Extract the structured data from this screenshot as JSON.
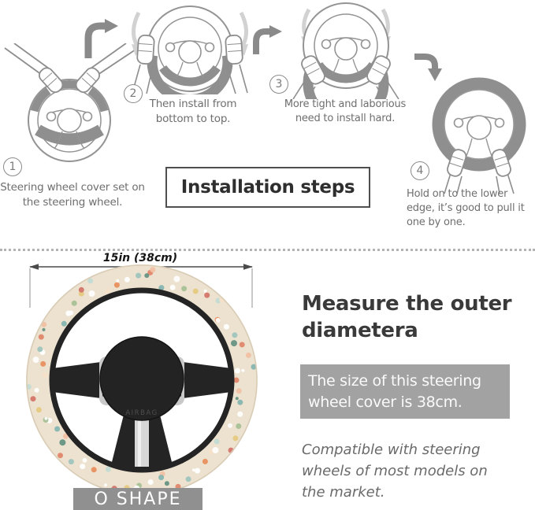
{
  "installation": {
    "title": "Installation steps",
    "steps": [
      {
        "number": "1",
        "label": "Steering wheel cover set on the steering wheel."
      },
      {
        "number": "2",
        "label": "Then install from bottom to top."
      },
      {
        "number": "3",
        "label": "More tight and laborious need to install hard."
      },
      {
        "number": "4",
        "label": "Hold on to the lower edge, it’s good to pull it one by one."
      }
    ]
  },
  "product": {
    "dimension_label": "15in (38cm)",
    "shape_label": "O SHAPE",
    "hub_label": "AIRBAG",
    "heading": "Measure the outer diametera",
    "size_note": "The size of this steering wheel cover is 38cm.",
    "compatibility_note": "Compatible with steering wheels of most models on the market."
  },
  "colors": {
    "line_art_gray": "#8e8e8e",
    "cover_gray": "#8f8f8f",
    "step_text_gray": "#6e6e6e",
    "size_note_bg": "#a2a2a2",
    "shape_label_bg": "#909090",
    "fabric_base": "#ece2cf",
    "flower_coral": "#e0876b",
    "flower_teal": "#86b5b0"
  }
}
